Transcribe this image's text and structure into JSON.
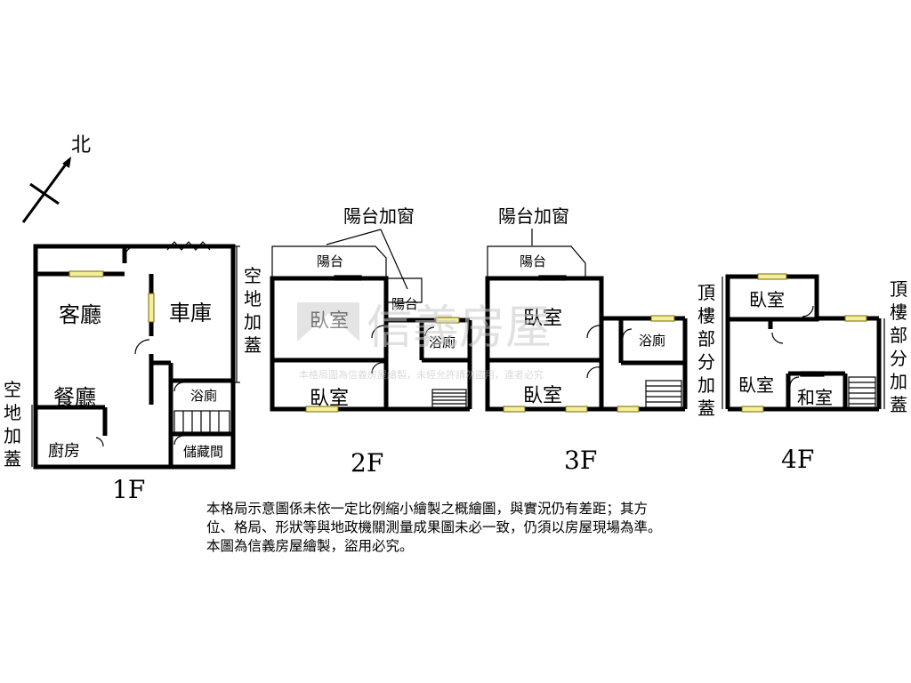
{
  "north_label": "北",
  "floors": {
    "f1": {
      "name": "1F",
      "rooms": {
        "living": "客廳",
        "garage": "車庫",
        "dining": "餐廳",
        "bath": "浴廁",
        "kitchen": "廚房",
        "storage": "儲藏間"
      },
      "side_note_right": [
        "空",
        "地",
        "加",
        "蓋"
      ],
      "side_note_left": [
        "空",
        "地",
        "加",
        "蓋"
      ]
    },
    "f2": {
      "name": "2F",
      "top_note": "陽台加窗",
      "rooms": {
        "balcony": "陽台",
        "balcony_small": "陽台",
        "bedroom1": "臥室",
        "bath": "浴廁",
        "bedroom2": "臥室"
      }
    },
    "f3": {
      "name": "3F",
      "top_note": "陽台加窗",
      "rooms": {
        "balcony": "陽台",
        "bedroom1": "臥室",
        "bath": "浴廁",
        "bedroom2": "臥室"
      }
    },
    "f4": {
      "name": "4F",
      "rooms": {
        "bedroom1": "臥室",
        "bedroom2": "臥室",
        "washitsu": "和室"
      },
      "side_note_left": [
        "頂",
        "樓",
        "部",
        "分",
        "加",
        "蓋"
      ],
      "side_note_right": [
        "頂",
        "樓",
        "部",
        "分",
        "加",
        "蓋"
      ]
    }
  },
  "watermark": {
    "brand": "信義房屋",
    "notice": "本格局圖為信義房屋繪製，未經允許請勿盜用，違者必究"
  },
  "disclaimer": [
    "本格局示意圖係未依一定比例縮小繪製之概繪圖，與實況仍有差距；其方",
    "位、格局、形狀等與地政機關測量成果圖未必一致，仍須以房屋現場為準。",
    "本圖為信義房屋繪製，盜用必究。"
  ]
}
